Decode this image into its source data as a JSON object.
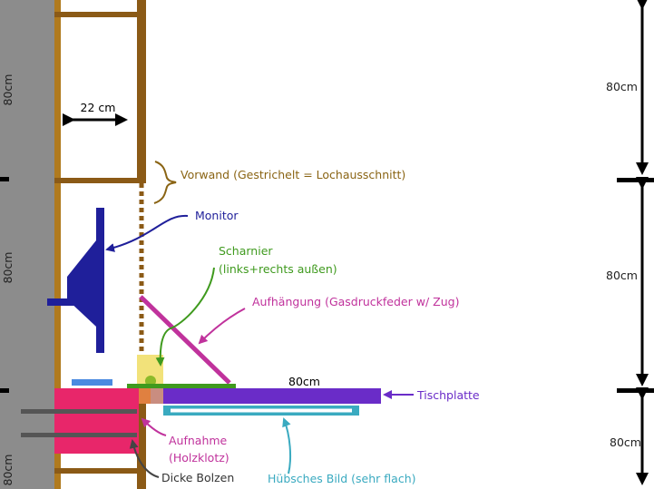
{
  "labels": {
    "wall_width": "22 cm",
    "vorwand": "Vorwand (Gestrichelt = Lochausschnitt)",
    "monitor": "Monitor",
    "scharnier_line1": "Scharnier",
    "scharnier_line2": "(links+rechts außen)",
    "aufhaengung": "Aufhängung (Gasdruckfeder w/ Zug)",
    "table_width": "80cm",
    "tischplatte": "Tischplatte",
    "aufnahme_line1": "Aufnahme",
    "aufnahme_line2": "(Holzklotz)",
    "bolzen": "Dicke Bolzen",
    "bild": "Hübsches Bild (sehr flach)",
    "left_dim_top": "80cm",
    "left_dim_mid": "80cm",
    "left_dim_bottom": "80cm",
    "right_dim_top": "80cm",
    "right_dim_mid": "80cm",
    "right_dim_bottom": "80cm"
  },
  "colors": {
    "wall_gray": "#8c8c8c",
    "wood": "#8b5a16",
    "frame": "#b07a1e",
    "vorwand_label": "#8a6414",
    "monitor": "#1f1f9a",
    "scharnier": "#3f9a1e",
    "aufhaengung": "#c0329c",
    "tischplatte": "#6a2cc8",
    "aufnahme": "#e8266a",
    "bild": "#3aaac0",
    "hinge_yellow": "#f2e27a",
    "orange": "#e08040",
    "blue_block": "#4a8ae0",
    "bolt": "#555555"
  }
}
